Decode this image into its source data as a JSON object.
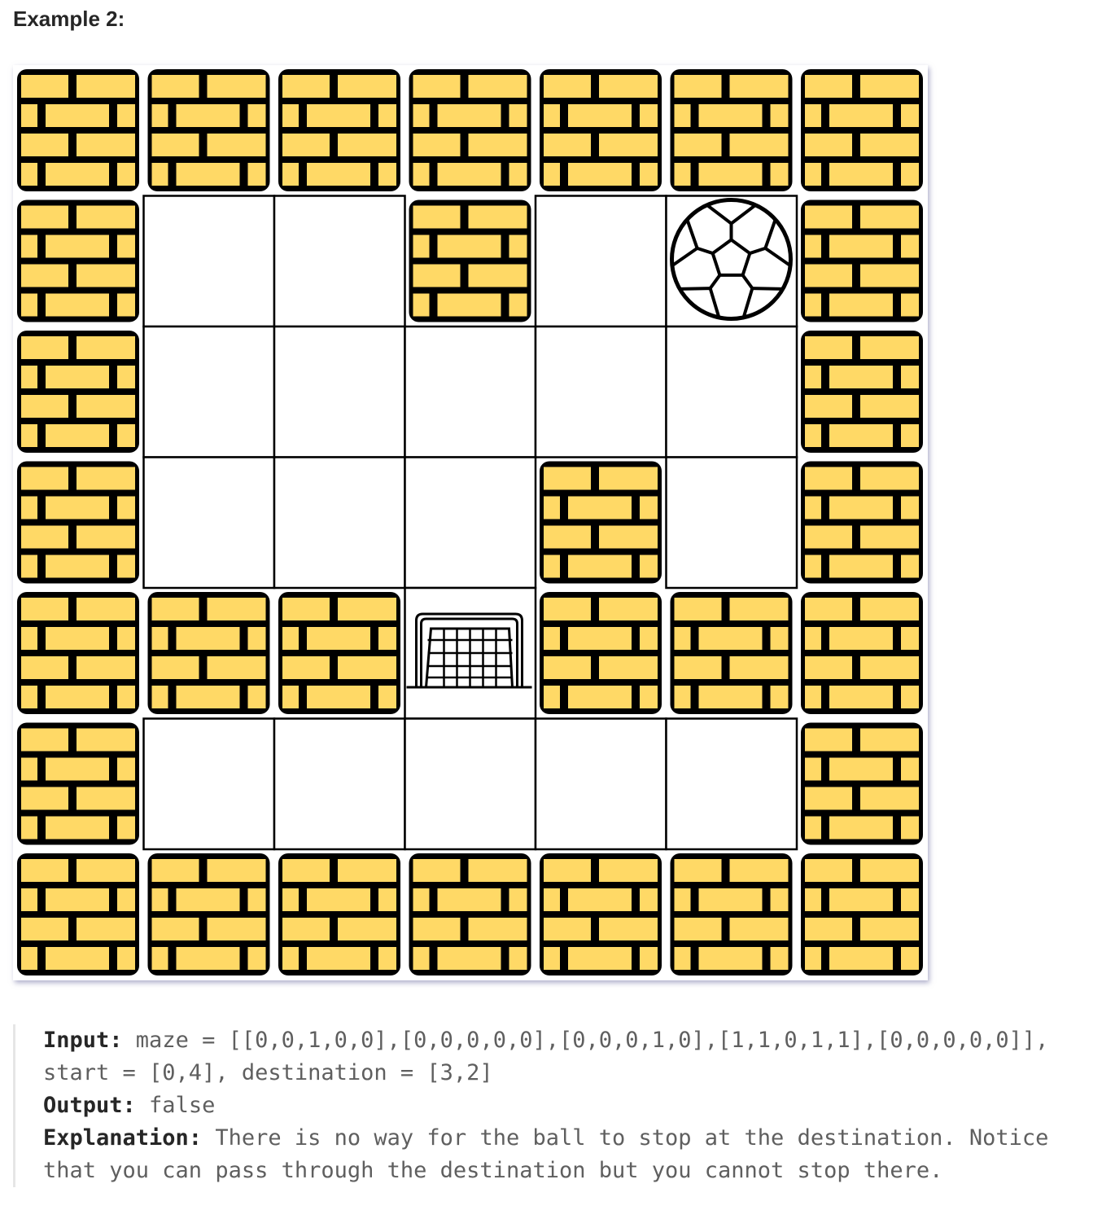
{
  "heading": "Example 2:",
  "maze": {
    "grid": [
      [
        1,
        1,
        1,
        1,
        1,
        1,
        1
      ],
      [
        1,
        0,
        0,
        1,
        0,
        0,
        1
      ],
      [
        1,
        0,
        0,
        0,
        0,
        0,
        1
      ],
      [
        1,
        0,
        0,
        0,
        1,
        0,
        1
      ],
      [
        1,
        1,
        1,
        0,
        1,
        1,
        1
      ],
      [
        1,
        0,
        0,
        0,
        0,
        0,
        1
      ],
      [
        1,
        1,
        1,
        1,
        1,
        1,
        1
      ]
    ],
    "ball_cell": [
      1,
      5
    ],
    "goal_cell": [
      4,
      3
    ],
    "icons": {
      "wall": "brick-wall-icon",
      "ball": "soccer-ball-icon",
      "goal": "soccer-goal-icon"
    },
    "colors": {
      "brick": "#ffd966",
      "mortar": "#000000",
      "open": "#ffffff",
      "grid": "#000000"
    }
  },
  "example": {
    "input_label": "Input:",
    "input_line1": " maze = [[0,0,1,0,0],[0,0,0,0,0],[0,0,0,1,0],[1,1,0,1,1],[0,0,0,0,0]],",
    "input_line2": "start = [0,4], destination = [3,2]",
    "output_label": "Output:",
    "output_value": " false",
    "explanation_label": "Explanation:",
    "explanation_line1": " There is no way for the ball to stop at the destination. Notice",
    "explanation_line2": "that you can pass through the destination but you cannot stop there."
  }
}
